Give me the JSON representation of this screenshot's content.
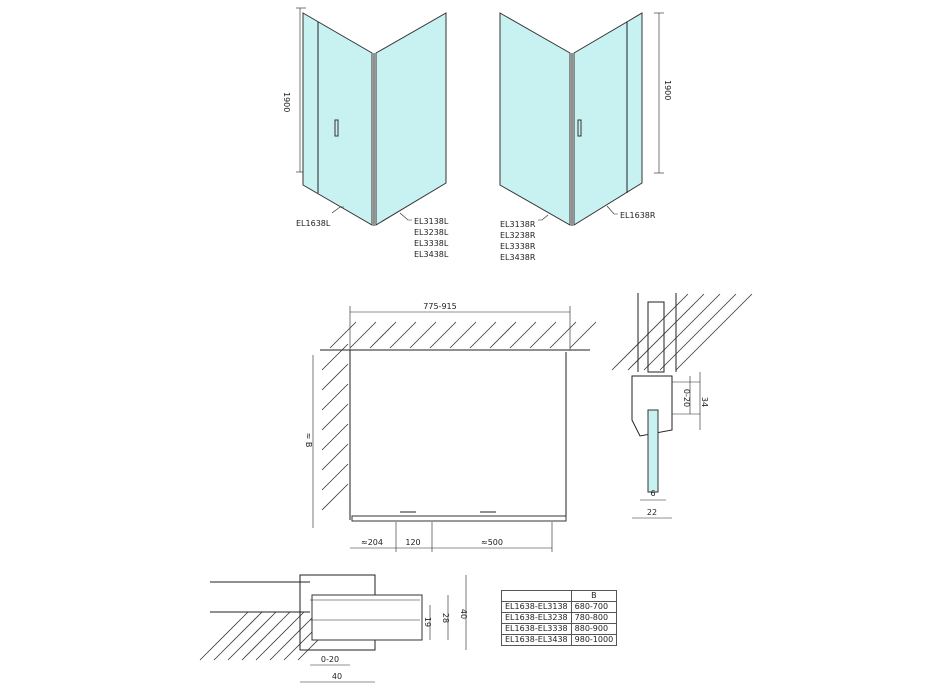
{
  "iso_views": {
    "left": {
      "height_label": "1900",
      "door_code": "EL1638L",
      "panel_codes": [
        "EL3138L",
        "EL3238L",
        "EL3338L",
        "EL3438L"
      ]
    },
    "right": {
      "height_label": "1900",
      "door_code": "EL1638R",
      "panel_codes": [
        "EL3138R",
        "EL3238R",
        "EL3338R",
        "EL3438R"
      ]
    }
  },
  "plan_view": {
    "width_label": "775-915",
    "depth_label": "≈ B",
    "dims": [
      "≈204",
      "120",
      "≈500"
    ]
  },
  "profile_detail_right": {
    "dims": [
      "0-20",
      "34",
      "6",
      "22"
    ]
  },
  "profile_detail_bottom": {
    "dims": [
      "19",
      "28",
      "40",
      "0-20",
      "40"
    ]
  },
  "spec_table": {
    "header": [
      "",
      "B"
    ],
    "rows": [
      [
        "EL1638-EL3138",
        "680-700"
      ],
      [
        "EL1638-EL3238",
        "780-800"
      ],
      [
        "EL1638-EL3338",
        "880-900"
      ],
      [
        "EL1638-EL3438",
        "980-1000"
      ]
    ]
  },
  "colors": {
    "glass": "#c8f2f2",
    "line": "#222222"
  }
}
